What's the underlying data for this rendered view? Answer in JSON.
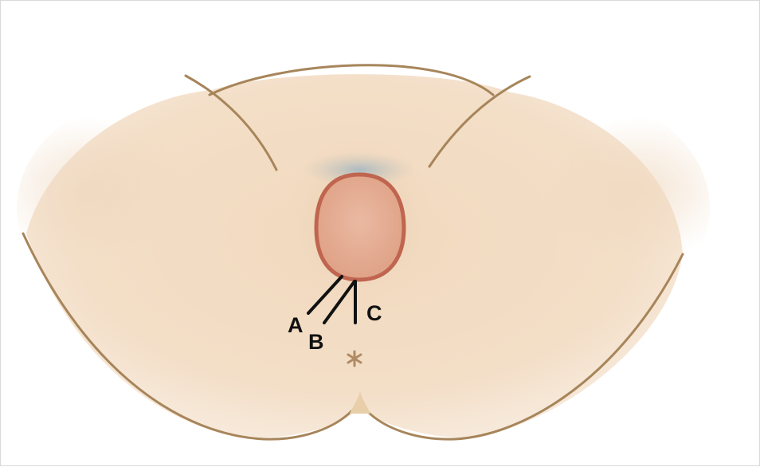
{
  "diagram": {
    "labels": {
      "a": "A",
      "b": "B",
      "c": "C"
    },
    "colors": {
      "skin": "#f2dcc3",
      "outline": "#a7855a",
      "lesion_fill": "#e2a98f",
      "lesion_border": "#c0654f",
      "shadow": "#a9bcc6",
      "pointer": "#111111",
      "marker": "#b08a63"
    },
    "icons": {
      "marker": "asterisk-icon"
    }
  }
}
